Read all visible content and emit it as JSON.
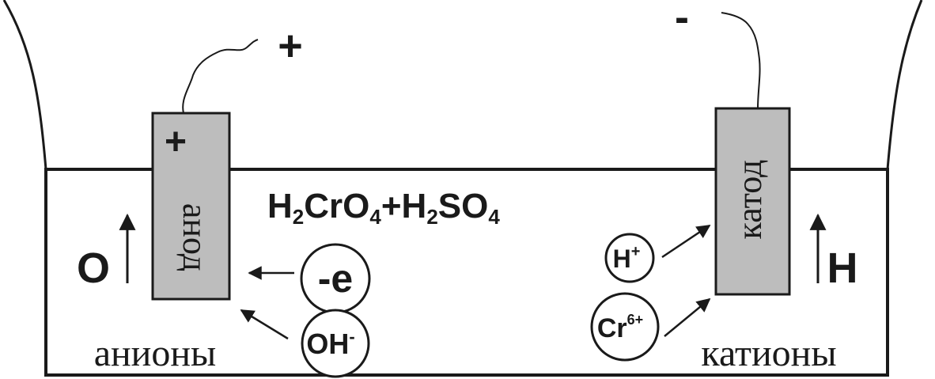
{
  "wire_sign_left": "+",
  "wire_sign_right": "-",
  "anode": {
    "sign": "+",
    "label": "анод"
  },
  "cathode": {
    "label": "катод"
  },
  "formula": {
    "p1": "H",
    "s1": "2",
    "p2": "CrO",
    "s2": "4",
    "p3": "+H",
    "s3": "2",
    "p4": "SO",
    "s4": "4"
  },
  "anode_product": "O",
  "cathode_product": "H",
  "ions": {
    "electron": "-e",
    "hydroxide": {
      "base": "OH",
      "charge": "-"
    },
    "hydrogen": {
      "base": "H",
      "charge": "+"
    },
    "chromium": {
      "base": "Cr",
      "charge": "6+"
    }
  },
  "anions_label": "анионы",
  "cations_label": "катионы",
  "colors": {
    "electrode": "#bdbdbd",
    "ink": "#1a1a1a"
  }
}
